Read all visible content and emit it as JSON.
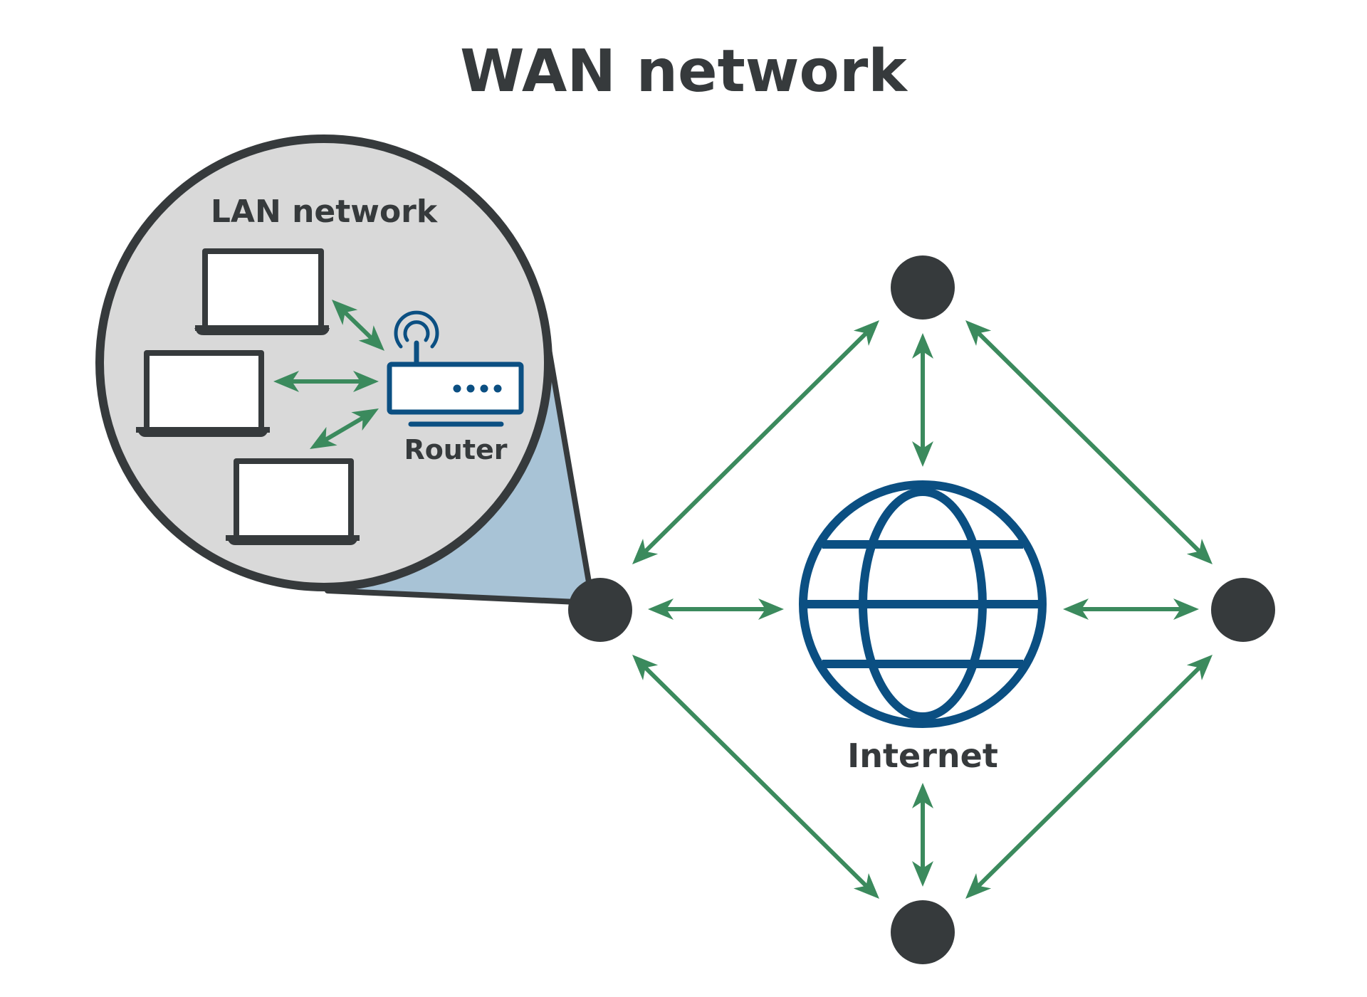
{
  "title": "WAN network",
  "lan": {
    "title": "LAN network",
    "router_label": "Router",
    "device_count": 3
  },
  "internet": {
    "label": "Internet"
  },
  "nodes": [
    "lan-gateway",
    "top",
    "right",
    "bottom"
  ],
  "colors": {
    "text": "#363a3c",
    "node": "#363a3c",
    "arrow": "#3b8a5d",
    "globe": "#0b4f82",
    "router": "#0b4f82",
    "lan_bubble": "#d9d9d9",
    "zoom_callout": "#a8c3d6",
    "background": "#ffffff"
  },
  "icons": {
    "laptop": "laptop-icon",
    "router": "router-icon",
    "globe": "globe-icon",
    "arrow": "double-headed-arrow"
  }
}
